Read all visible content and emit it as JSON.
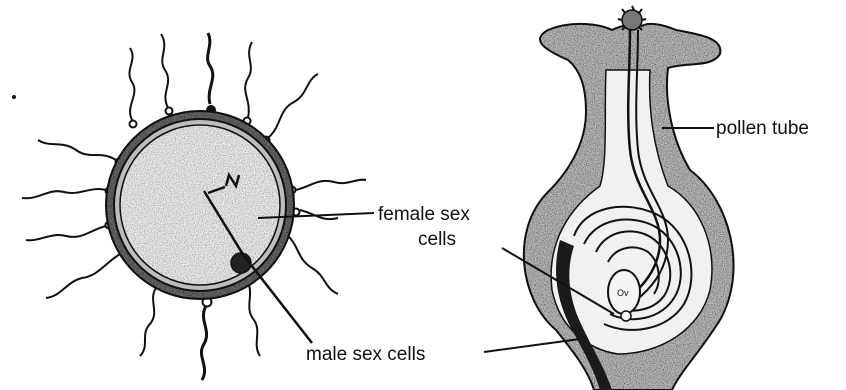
{
  "labels": {
    "female_line1": "female sex",
    "female_line2": "cells",
    "male": "male sex cells",
    "pollen_tube": "pollen tube"
  },
  "colors": {
    "ink": "#111111",
    "stipple_light": "#d9d9d9",
    "stipple_dark": "#8a8a8a",
    "background": "#ffffff"
  }
}
